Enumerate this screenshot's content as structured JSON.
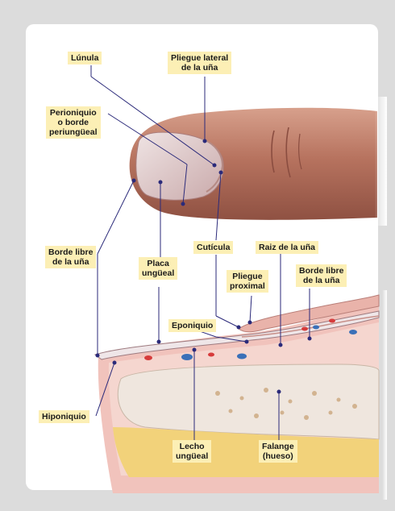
{
  "labels": {
    "lunula": [
      "Lúnula"
    ],
    "pliegue_lateral": [
      "Pliegue lateral",
      "de la uña"
    ],
    "perioniquio": [
      "Perioniquio",
      "o borde",
      "periungüeal"
    ],
    "borde_libre_left": [
      "Borde libre",
      "de la uña"
    ],
    "placa": [
      "Placa",
      "ungüeal"
    ],
    "cuticula": [
      "Cutícula"
    ],
    "raiz": [
      "Raiz de la uña"
    ],
    "pliegue_proximal": [
      "Pliegue",
      "proximal"
    ],
    "borde_libre_right": [
      "Borde libre",
      "de la uña"
    ],
    "eponiquio": [
      "Eponiquio"
    ],
    "hiponiquio": [
      "Hiponiquio"
    ],
    "lecho": [
      "Lecho",
      "ungüeal"
    ],
    "falange": [
      "Falange",
      "(hueso)"
    ]
  },
  "colors": {
    "background": "#dcdcdc",
    "panel": "#ffffff",
    "label_fill": "#fcefb5",
    "leader_line": "#2b2a7a",
    "skin": "#b57565",
    "nail": "#eadfe0",
    "bone_marrow": "#f2d27a"
  }
}
